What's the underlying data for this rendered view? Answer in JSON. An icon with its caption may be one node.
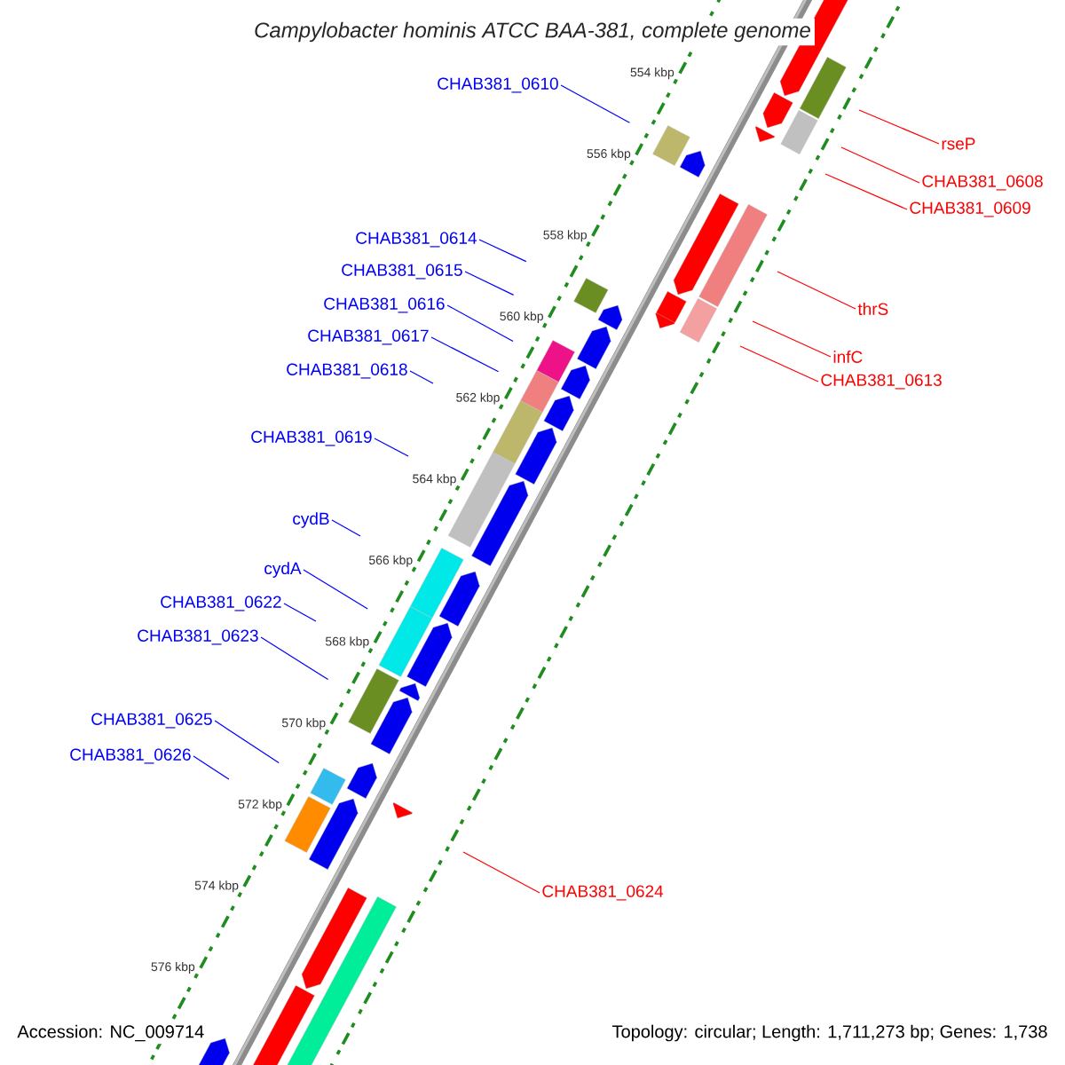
{
  "diagram": {
    "title": "Campylobacter hominis ATCC BAA-381, complete genome",
    "nodes": [
      {
        "text": [
          "CHAB381_0610"
        ]
      },
      {
        "text": [
          "rseP"
        ]
      },
      {
        "text": [
          "CHAB381_0608"
        ]
      },
      {
        "text": [
          "CHAB381_0609"
        ]
      },
      {
        "text": [
          "CHAB381_0614"
        ]
      },
      {
        "text": [
          "CHAB381_0615"
        ]
      },
      {
        "text": [
          "thrS"
        ]
      },
      {
        "text": [
          "CHAB381_0616"
        ]
      },
      {
        "text": [
          "infC"
        ]
      },
      {
        "text": [
          "CHAB381_0617"
        ]
      },
      {
        "text": [
          "CHAB381_0613"
        ]
      },
      {
        "text": [
          "CHAB381_0618"
        ]
      },
      {
        "text": [
          "CHAB381_0619"
        ]
      },
      {
        "text": [
          "cydB"
        ]
      },
      {
        "text": [
          "cydA"
        ]
      },
      {
        "text": [
          "CHAB381_0622"
        ]
      },
      {
        "text": [
          "CHAB381_0623"
        ]
      },
      {
        "text": [
          "CHAB381_0625"
        ]
      },
      {
        "text": [
          "CHAB381_0626"
        ]
      },
      {
        "text": [
          "CHAB381_0624"
        ]
      }
    ],
    "edges": [
      {
        "from": 0,
        "to": null,
        "arrow": "none"
      },
      {
        "from": 1,
        "to": null,
        "arrow": "none",
        "color": "#ff0000"
      },
      {
        "from": 2,
        "to": null,
        "arrow": "none",
        "color": "#ff0000"
      },
      {
        "from": 3,
        "to": null,
        "arrow": "none",
        "color": "#ff0000"
      },
      {
        "from": 4,
        "to": null,
        "arrow": "none"
      },
      {
        "from": 5,
        "to": null,
        "arrow": "none"
      },
      {
        "from": 6,
        "to": null,
        "arrow": "none",
        "color": "#ff0000"
      },
      {
        "from": 7,
        "to": null,
        "arrow": "none"
      },
      {
        "from": 8,
        "to": null,
        "arrow": "none",
        "color": "#ff0000"
      },
      {
        "from": 9,
        "to": null,
        "arrow": "none"
      },
      {
        "from": 10,
        "to": null,
        "arrow": "none",
        "color": "#ff0000"
      },
      {
        "from": 11,
        "to": null,
        "arrow": "none"
      },
      {
        "from": 12,
        "to": null,
        "arrow": "none"
      },
      {
        "from": 13,
        "to": null,
        "arrow": "none"
      },
      {
        "from": 14,
        "to": null,
        "arrow": "none"
      },
      {
        "from": 15,
        "to": null,
        "arrow": "none"
      },
      {
        "from": 16,
        "to": null,
        "arrow": "none"
      },
      {
        "from": 17,
        "to": null,
        "arrow": "none"
      },
      {
        "from": 18,
        "to": null,
        "arrow": "none"
      },
      {
        "from": 19,
        "to": null,
        "arrow": "none",
        "color": "#ff0000"
      }
    ],
    "labels": [
      "554 kbp",
      "556 kbp",
      "558 kbp",
      "560 kbp",
      "562 kbp",
      "564 kbp",
      "566 kbp",
      "568 kbp",
      "570 kbp",
      "572 kbp",
      "574 kbp",
      "576 kbp",
      "Accession: NC_009714",
      "Topology: circular; Length: 1,711,273 bp; Genes: 1,738"
    ]
  }
}
